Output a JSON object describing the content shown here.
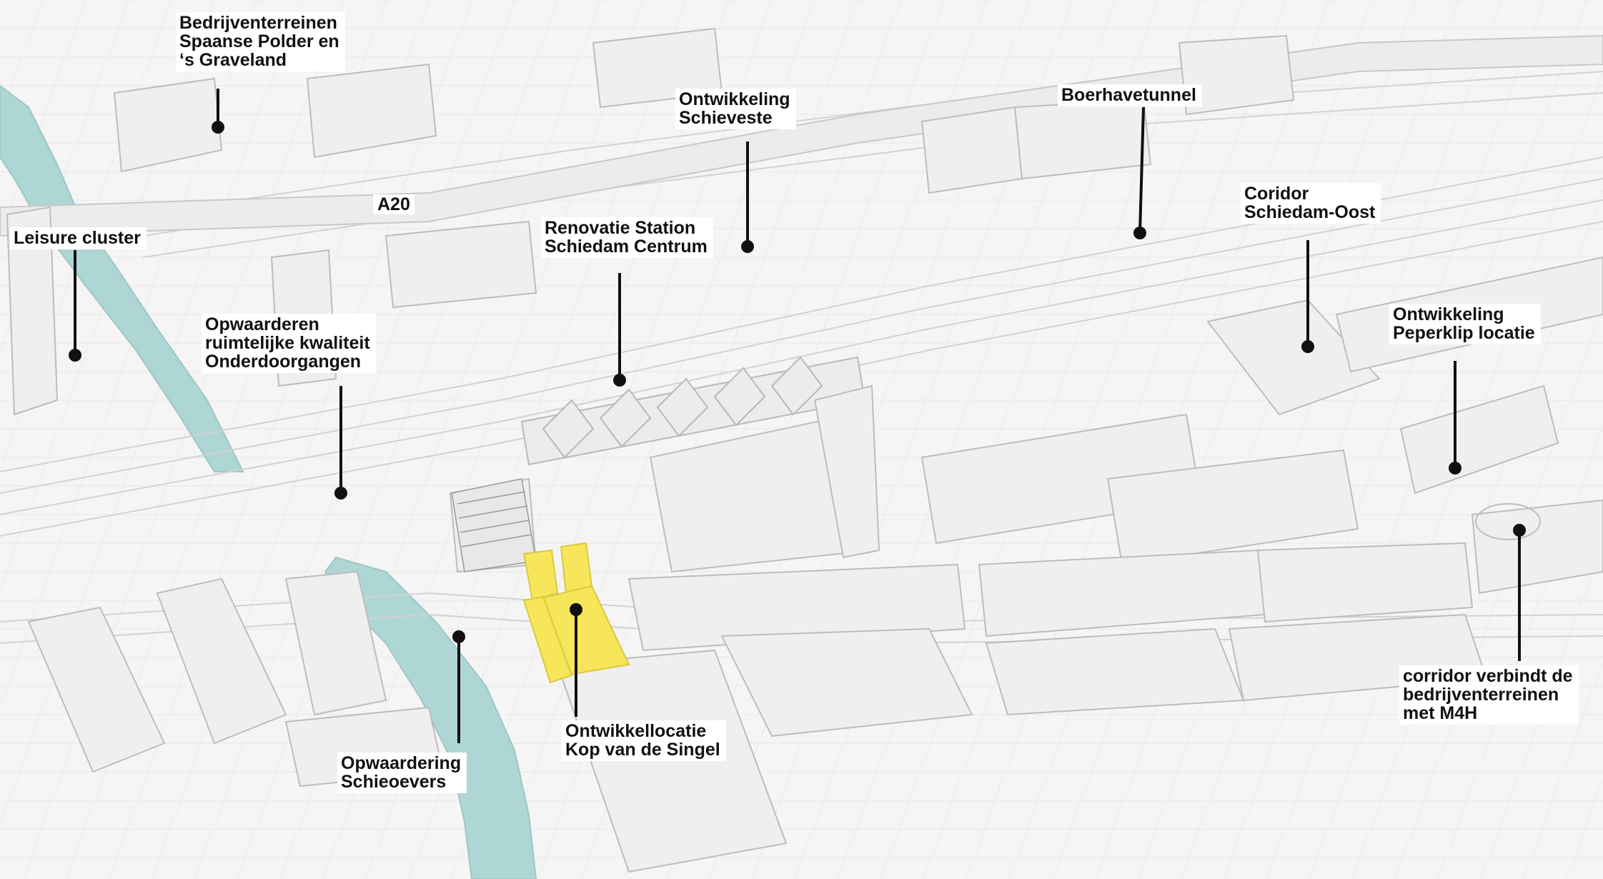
{
  "colors": {
    "background": "#f4f4f4",
    "water": "#aed6d4",
    "highlight": "#f7e65a",
    "building": "#eeeeee",
    "building_stroke": "#bdbdbd",
    "leader": "#111111"
  },
  "road_label": "A20",
  "labels": [
    {
      "id": "bedrijventerreinen",
      "lines": [
        "Bedrijventerreinen",
        "Spaanse Polder en",
        "‘s Graveland"
      ]
    },
    {
      "id": "leisure-cluster",
      "lines": [
        "Leisure cluster"
      ]
    },
    {
      "id": "ontwikkeling-schieveste",
      "lines": [
        "Ontwikkeling",
        "Schieveste"
      ]
    },
    {
      "id": "boerhavetunnel",
      "lines": [
        "Boerhavetunnel"
      ]
    },
    {
      "id": "renovatie-station",
      "lines": [
        "Renovatie Station",
        "Schiedam Centrum"
      ]
    },
    {
      "id": "coridor-schiedam-oost",
      "lines": [
        "Coridor",
        "Schiedam-Oost"
      ]
    },
    {
      "id": "opwaarderen-onderdoorgangen",
      "lines": [
        "Opwaarderen",
        "ruimtelijke kwaliteit",
        "Onderdoorgangen"
      ]
    },
    {
      "id": "ontwikkeling-peperklip",
      "lines": [
        "Ontwikkeling",
        "Peperklip locatie"
      ]
    },
    {
      "id": "corridor-m4h",
      "lines": [
        "corridor verbindt de",
        "bedrijventerreinen",
        "met M4H"
      ]
    },
    {
      "id": "kop-van-de-singel",
      "lines": [
        "Ontwikkellocatie",
        "Kop van de Singel"
      ]
    },
    {
      "id": "schieoevers",
      "lines": [
        "Opwaardering",
        "Schieoevers"
      ]
    }
  ]
}
